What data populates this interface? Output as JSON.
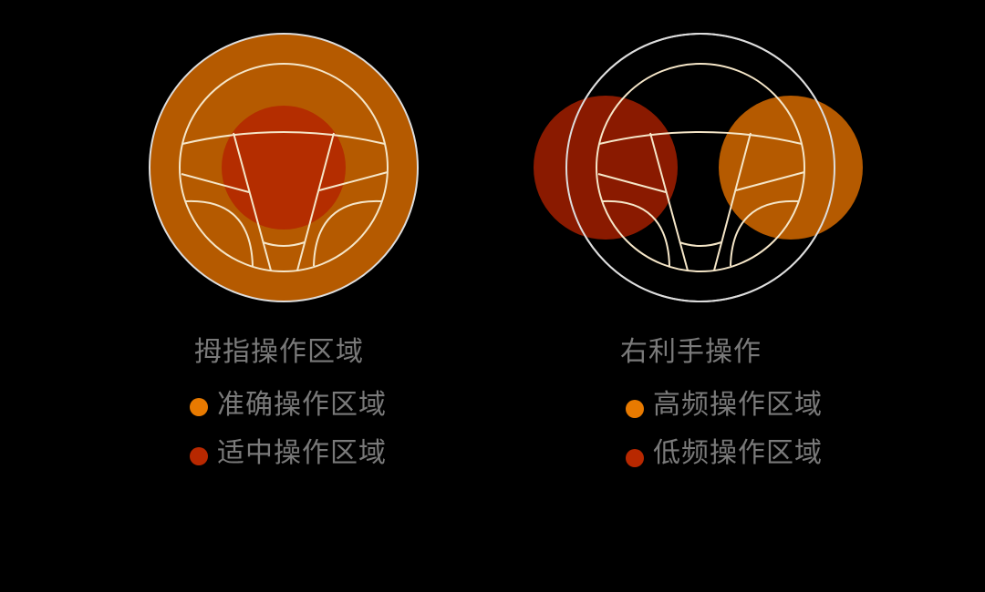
{
  "left_panel": {
    "title": "拇指操作区域",
    "legend": [
      {
        "label": "准确操作区域",
        "color": "#e87a00"
      },
      {
        "label": "适中操作区域",
        "color": "#b82800"
      }
    ]
  },
  "right_panel": {
    "title": "右利手操作",
    "legend": [
      {
        "label": "高频操作区域",
        "color": "#e87a00"
      },
      {
        "label": "低频操作区域",
        "color": "#b82800"
      }
    ]
  },
  "colors": {
    "wheel_fill": "#b55a00",
    "center_zone": "#b42d00",
    "low_zone": "#8a1a00",
    "high_zone": "#b55a00",
    "line": "#f5e6c8"
  }
}
